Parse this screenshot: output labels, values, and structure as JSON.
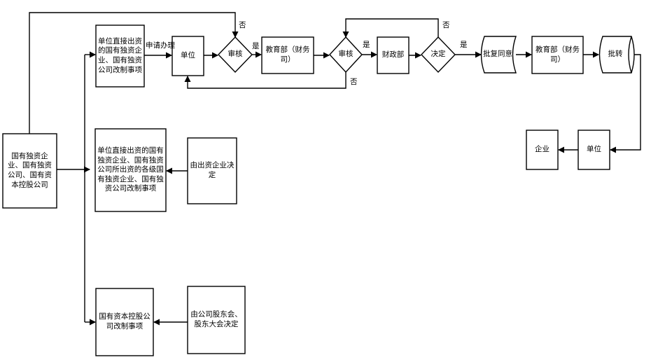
{
  "nodes": {
    "start": "国有独资企业、国有独资公司、国有资本控股公司",
    "case1": "单位直接出资的国有独资企业、国有独资公司改制事项",
    "case2": "单位直接出资的国有独资企业、国有独资公司所出资的各级国有独资企业、国有独资公司改制事项",
    "case2_decider": "由出资企业决定",
    "case3": "国有资本控股公司改制事项",
    "case3_decider": "由公司股东会、股东大会决定",
    "unit1": "单位",
    "review1": "审核",
    "edu1": "教育部（财务司）",
    "review2": "审核",
    "finance": "财政部",
    "decide": "决定",
    "approve": "批复同意",
    "edu2": "教育部（财务司）",
    "forward": "批转",
    "unit2": "单位",
    "enterprise": "企业"
  },
  "edges": {
    "apply": "申请办理",
    "yes1": "是",
    "no1": "否",
    "yes2": "是",
    "no2": "否",
    "yes3": "是",
    "no3": "否"
  }
}
